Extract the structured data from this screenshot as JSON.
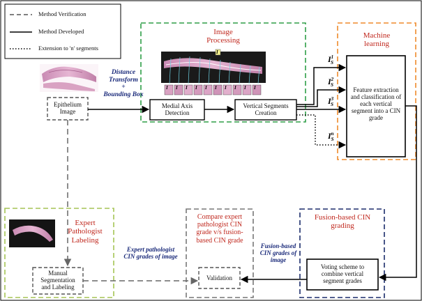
{
  "legend": {
    "verification": "Method Verification",
    "developed": "Method Developed",
    "extension": "Extension to 'n' segments"
  },
  "left_annotation": {
    "line1": "Distance",
    "line2": "Transform",
    "line3": "+",
    "line4": "Bounding Box"
  },
  "epithelium_box": {
    "line1": "Epithelium",
    "line2": "Image"
  },
  "image_processing": {
    "title_line1": "Image",
    "title_line2": "Processing",
    "medial_line1": "Medial Axis",
    "medial_line2": "Detection",
    "vertical_line1": "Vertical Segments",
    "vertical_line2": "Creation",
    "segment_label_top": "I",
    "segment_labels": [
      "I",
      "I",
      "I",
      "I",
      "I",
      "I",
      "I",
      "I",
      "I",
      "I"
    ]
  },
  "segments": [
    {
      "base": "I",
      "sub": "S",
      "sup": "1"
    },
    {
      "base": "I",
      "sub": "S",
      "sup": "2"
    },
    {
      "base": "I",
      "sub": "S",
      "sup": "3"
    },
    {
      "base": "I",
      "sub": "S",
      "sup": "n"
    }
  ],
  "machine_learning": {
    "title_line1": "Machine",
    "title_line2": "learning",
    "box_lines": [
      "Feature extraction",
      "and classification of",
      "each vertical",
      "segment into a CIN",
      "grade"
    ]
  },
  "expert": {
    "title_line1": "Expert",
    "title_line2": "Pathologist",
    "title_line3": "Labeling",
    "manual_lines": [
      "Manual",
      "Segmentation",
      "and Labeling"
    ]
  },
  "expert_annotation": {
    "line1": "Expert pathologist",
    "line2": "CIN grades of image"
  },
  "compare": {
    "lines": [
      "Compare expert",
      "pathologist CIN",
      "grade v/s fusion-",
      "based CIN grade"
    ],
    "validation": "Validation"
  },
  "fusion_annotation": {
    "line1": "Fusion-based",
    "line2": "CIN grades of",
    "line3": "image"
  },
  "fusion": {
    "title_line1": "Fusion-based CIN",
    "title_line2": "grading",
    "voting_lines": [
      "Voting scheme to",
      "combine vertical",
      "segment grades"
    ]
  },
  "colors": {
    "green": "#2e9e47",
    "orange": "#ef8a2b",
    "olive": "#a5c455",
    "gray": "#777777",
    "navy": "#1b2c6b",
    "red_title": "#c0281e",
    "blue_text": "#1a2a7a",
    "tissue": "#d9a2c2"
  }
}
